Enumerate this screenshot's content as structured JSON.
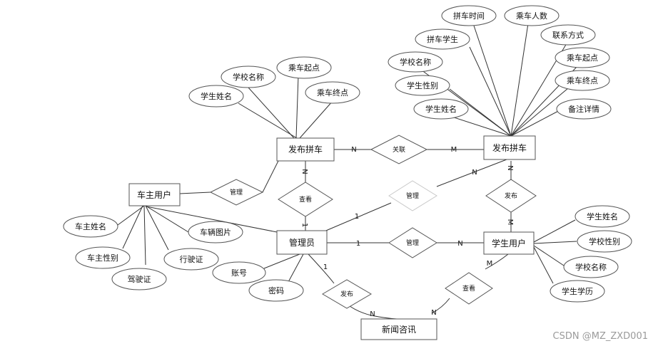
{
  "entities": {
    "carpool_post": "发布拼车",
    "carpool_pub": "发布拼车",
    "owner_user": "车主用户",
    "admin": "管理员",
    "student_user": "学生用户",
    "news": "新闻咨讯"
  },
  "relations": {
    "rel_associate": "关联",
    "rel_view1": "查看",
    "rel_manage_owner": "管理",
    "rel_manage_carpool": "管理",
    "rel_manage_student": "管理",
    "rel_publish_carpool": "发布",
    "rel_publish_news": "发布",
    "rel_view2": "查看"
  },
  "attributes": {
    "left_student_name": "学生姓名",
    "left_school_name": "学校名称",
    "left_start": "乘车起点",
    "left_end": "乘车终点",
    "r_time": "拼车时间",
    "r_count": "乘车人数",
    "r_student": "拼车学生",
    "r_contact": "联系方式",
    "r_school": "学校名称",
    "r_start": "乘车起点",
    "r_gender": "学生性别",
    "r_end": "乘车终点",
    "r_name": "学生姓名",
    "r_note": "备注详情",
    "owner_name": "车主姓名",
    "owner_photo": "车辆图片",
    "owner_gender": "车主性别",
    "owner_license": "行驶证",
    "owner_driver": "驾驶证",
    "admin_account": "账号",
    "admin_password": "密码",
    "stu_name": "学生姓名",
    "stu_gender": "学校性别",
    "stu_school": "学校名称",
    "stu_edu": "学生学历"
  },
  "cardinalities": {
    "assoc_n": "N",
    "assoc_m": "M",
    "cp_view_n": "N",
    "admin_view_1": "1",
    "admin_carpool_1": "1",
    "carpool_pub_n": "N",
    "pub_top_n": "N",
    "pub_bottom_m": "M",
    "admin_student_1": "1",
    "student_manage_n": "N",
    "admin_news_1": "1",
    "news_left_n": "N",
    "news_right_n": "N",
    "student_view_m": "M"
  },
  "watermark": "CSDN @MZ_ZXD001"
}
